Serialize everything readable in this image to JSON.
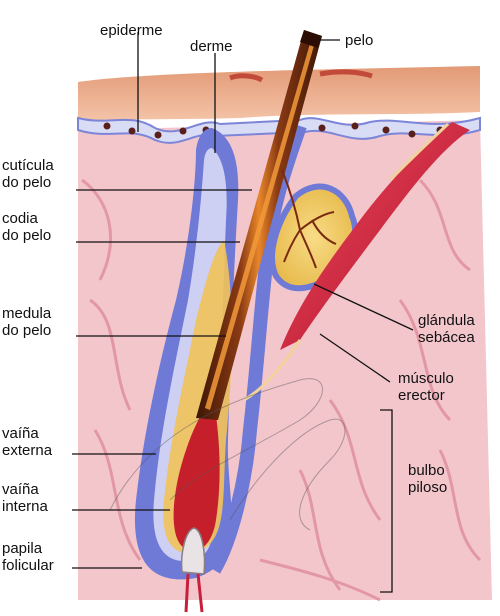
{
  "labels": {
    "epiderme": "epiderme",
    "derme": "derme",
    "pelo": "pelo",
    "cuticula": [
      "cutícula",
      "do pelo"
    ],
    "codia": [
      "codia",
      "do pelo"
    ],
    "medula": [
      "medula",
      "do pelo"
    ],
    "glandula": [
      "glándula",
      "sebácea"
    ],
    "musculo": [
      "músculo",
      "erector"
    ],
    "vaina_externa": [
      "vaíña",
      "externa"
    ],
    "vaina_interna": [
      "vaíña",
      "interna"
    ],
    "papila": [
      "papila",
      "folicular"
    ],
    "bulbo": [
      "bulbo",
      "piloso"
    ]
  },
  "colors": {
    "epidermis": "#e9a27f",
    "dermis": "#f2c2c8",
    "tissue_dark": "#d9798a",
    "sheath_blue": "#6e78d6",
    "sheath_light": "#c9ccf2",
    "hair_shaft": "#6b2b12",
    "hair_core": "#e0761e",
    "gland": "#f1cf6a",
    "muscle": "#c8203a",
    "leader_line": "#111111"
  }
}
